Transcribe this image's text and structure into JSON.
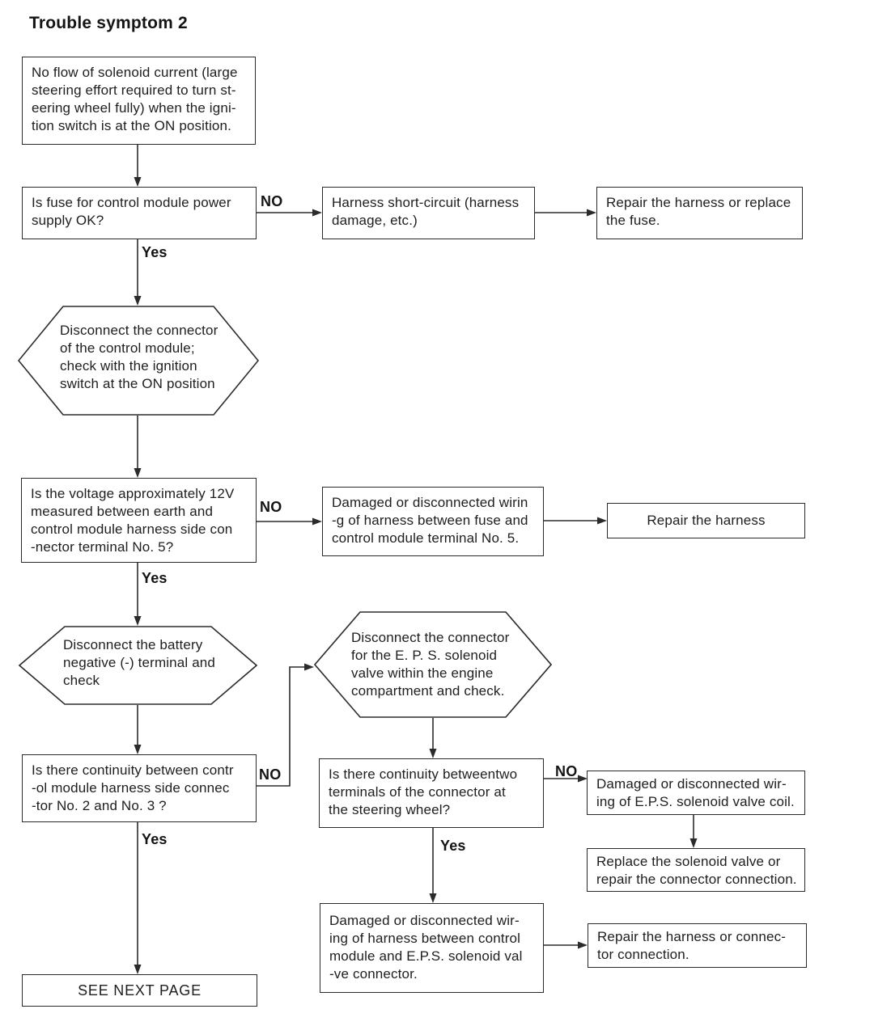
{
  "title": "Trouble symptom 2",
  "labels": {
    "yes": "Yes",
    "no": "NO"
  },
  "colors": {
    "ink": "#2b2b2b",
    "background": "#ffffff"
  },
  "nodes": {
    "start": "No flow of solenoid current (large\nsteering effort required to turn st-\neering wheel fully) when the igni-\ntion switch is at the ON position.",
    "fuse_question": "Is fuse for control module power\nsupply OK?",
    "harness_short": "Harness short-circuit (harness\ndamage, etc.)",
    "repair_fuse": "Repair the harness or replace\nthe fuse.",
    "disconnect_module": "Disconnect the connector\nof the control module;\ncheck with the ignition\nswitch at the ON position",
    "voltage_question": "Is the voltage approximately 12V\nmeasured between earth and\ncontrol module harness side con\n-nector terminal No. 5?",
    "damaged_fuse_wiring": "Damaged or disconnected wirin\n-g of harness between fuse and\ncontrol module terminal No. 5.",
    "repair_harness": "Repair the harness",
    "disconnect_battery": "Disconnect the battery\nnegative (-) terminal and\ncheck",
    "continuity_module_question": "Is there continuity between contr\n-ol module harness side connec\n-tor No. 2 and No. 3 ?",
    "disconnect_eps_valve": "Disconnect the connector\nfor the E. P. S. solenoid\nvalve within the engine\ncompartment and check.",
    "continuity_steering_question": "Is there continuity betweentwo\nterminals of the connector at\nthe steering wheel?",
    "damaged_valve_coil": "Damaged or disconnected wir-\ning of E.P.S. solenoid valve coil.",
    "replace_valve": "Replace the solenoid valve or\nrepair the connector connection.",
    "damaged_module_valve_wiring": "Damaged or disconnected wir-\ning of harness between control\nmodule and E.P.S. solenoid val\n-ve connector.",
    "repair_connector": "Repair the harness or connec-\ntor connection.",
    "see_next_page": "SEE NEXT PAGE"
  }
}
